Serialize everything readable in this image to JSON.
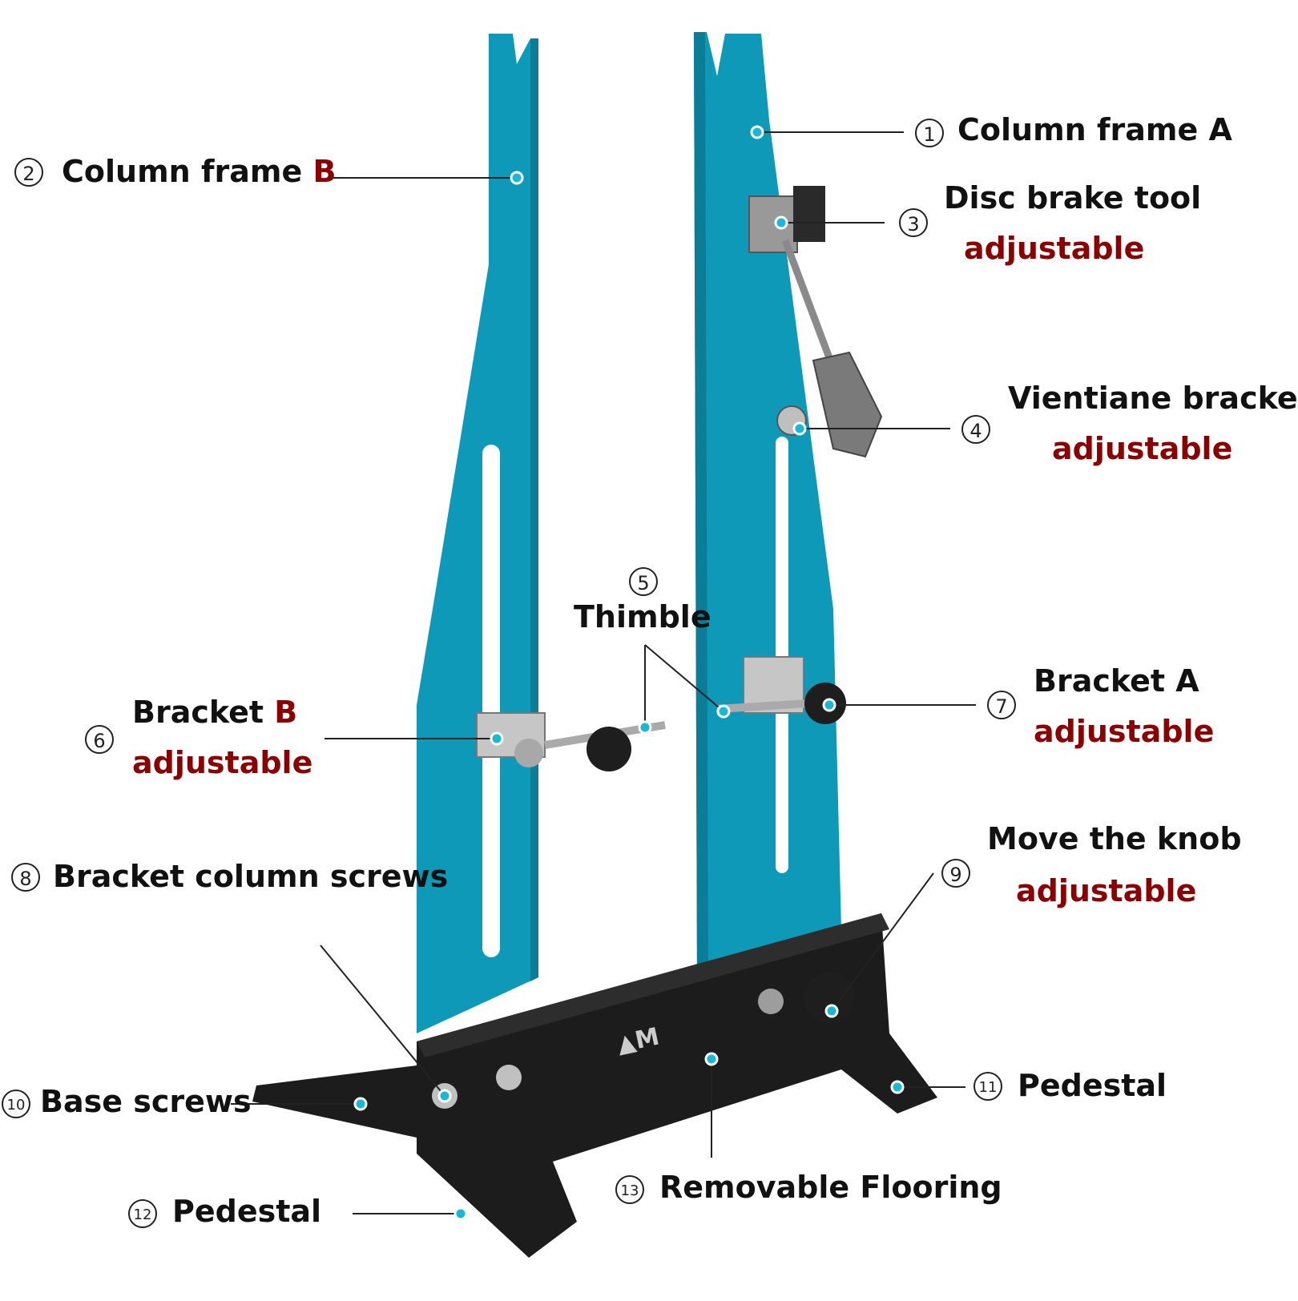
{
  "colors": {
    "frame": "#0f99b8",
    "frame_shadow": "#0b7d97",
    "base": "#1c1c1c",
    "accent_dot": "#19b9d6",
    "adjustable": "#8b0000",
    "text": "#111111"
  },
  "labels": {
    "col_a": {
      "num": "1",
      "text": "Column frame A"
    },
    "col_b": {
      "num": "2",
      "text": "Column frame ",
      "accent": "B"
    },
    "disc": {
      "num": "3",
      "text": "Disc brake tool",
      "sub": "adjustable"
    },
    "vientiane": {
      "num": "4",
      "text": "Vientiane bracket",
      "sub": "adjustable"
    },
    "thimble": {
      "num": "5",
      "text": "Thimble"
    },
    "bracket_b": {
      "num": "6",
      "text": "Bracket ",
      "accent": "B",
      "sub": "adjustable"
    },
    "bracket_a": {
      "num": "7",
      "text": "Bracket A",
      "sub": "adjustable"
    },
    "col_screws": {
      "num": "8",
      "text": "Bracket column screws"
    },
    "knob": {
      "num": "9",
      "text": "Move the knob",
      "sub": "adjustable"
    },
    "base_screws": {
      "num": "10",
      "text": "Base screws"
    },
    "pedestal_r": {
      "num": "11",
      "text": "Pedestal"
    },
    "pedestal_l": {
      "num": "12",
      "text": "Pedestal"
    },
    "flooring": {
      "num": "13",
      "text": "Removable Flooring"
    }
  }
}
